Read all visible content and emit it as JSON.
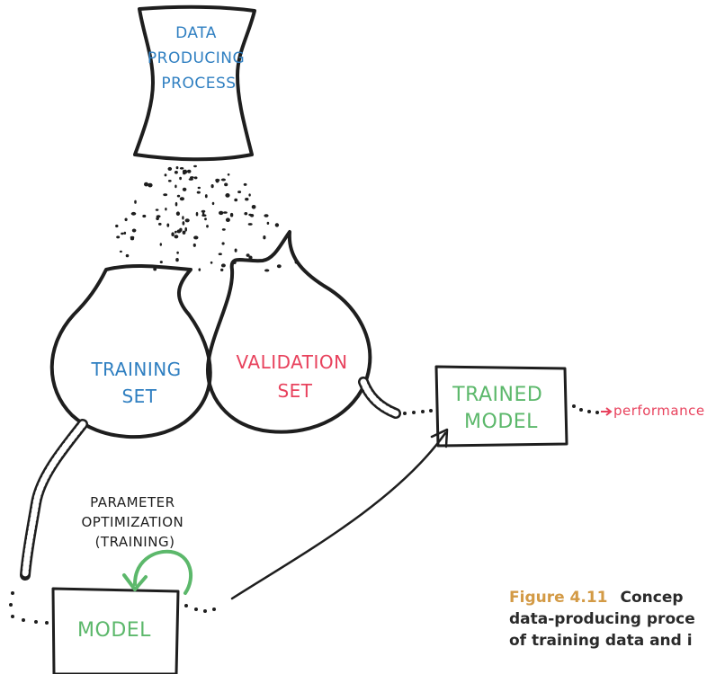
{
  "diagram": {
    "source": {
      "lines": [
        "DATA",
        "PRODUCING",
        "PROCESS"
      ]
    },
    "training_set": {
      "lines": [
        "TRAINING",
        "SET"
      ]
    },
    "validation_set": {
      "lines": [
        "VALIDATION",
        "SET"
      ]
    },
    "trained_model": {
      "lines": [
        "TRAINED",
        "MODEL"
      ]
    },
    "model": {
      "label": "MODEL"
    },
    "optimization": {
      "lines": [
        "PARAMETER",
        "OPTIMIZATION",
        "(TRAINING)"
      ]
    },
    "performance": {
      "label": "performance"
    }
  },
  "caption": {
    "number": "Figure 4.11",
    "lines": [
      "Concep",
      "data-producing proce",
      "of training data and i"
    ]
  },
  "colors": {
    "ink": "#1e1e1e",
    "blue": "#2f7fc1",
    "red": "#e8425d",
    "green": "#5cb86b",
    "caption_accent": "#d39a45"
  }
}
